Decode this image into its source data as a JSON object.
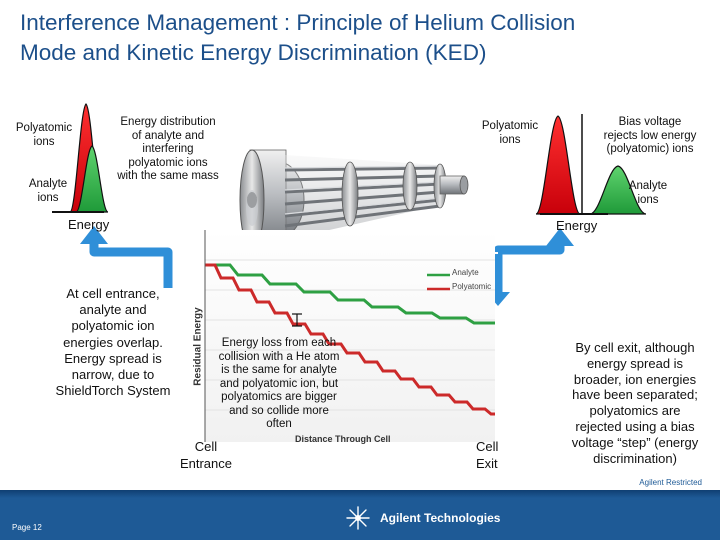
{
  "title_line1": "Interference Management : Principle of Helium Collision",
  "title_line2": "Mode and Kinetic Energy Discrimination (KED)",
  "left_peaks": {
    "polyatomic_label_1": "Polyatomic",
    "polyatomic_label_2": "ions",
    "analyte_label_1": "Analyte",
    "analyte_label_2": "ions",
    "energy_label": "Energy",
    "distribution_lines": [
      "Energy distribution",
      "of analyte and",
      "interfering",
      "polyatomic ions",
      "with the same mass"
    ]
  },
  "right_peaks": {
    "polyatomic_label_1": "Polyatomic",
    "polyatomic_label_2": "ions",
    "analyte_label_1": "Analyte",
    "analyte_label_2": "ions",
    "energy_label": "Energy",
    "bias_lines": [
      "Bias voltage",
      "rejects low energy",
      "(polyatomic) ions"
    ]
  },
  "cell_entrance_text": [
    "At cell entrance,",
    "analyte and",
    "polyatomic ion",
    "energies overlap.",
    "Energy spread is",
    "narrow, due to",
    "ShieldTorch System"
  ],
  "cell_exit_text": [
    "By cell exit, although",
    "energy spread is",
    "broader, ion energies",
    "have been separated;",
    "polyatomics are",
    "rejected using a bias",
    "voltage “step” (energy",
    "discrimination)"
  ],
  "energy_loss_text": [
    "Energy loss from each",
    "collision with a He atom",
    "is the same for analyte",
    "and polyatomic ion, but",
    "polyatomics are bigger",
    "and so collide more",
    "often"
  ],
  "plot": {
    "ylabel": "Residual Energy",
    "xlabel": "Distance Through Cell",
    "legend_analyte": "Analyte",
    "legend_polyatomic": "Polyatomic"
  },
  "cell_entrance_label": [
    "Cell",
    "Entrance"
  ],
  "cell_exit_label": [
    "Cell",
    "Exit"
  ],
  "footer": {
    "restricted": "Agilent Restricted",
    "page": "Page 12",
    "brand": "Agilent Technologies"
  },
  "colors": {
    "polyatomic": "#e8131b",
    "analyte": "#2bb34a",
    "arrow": "#2f8fd8",
    "title": "#1c4f8a",
    "footer": "#1e5a96"
  }
}
